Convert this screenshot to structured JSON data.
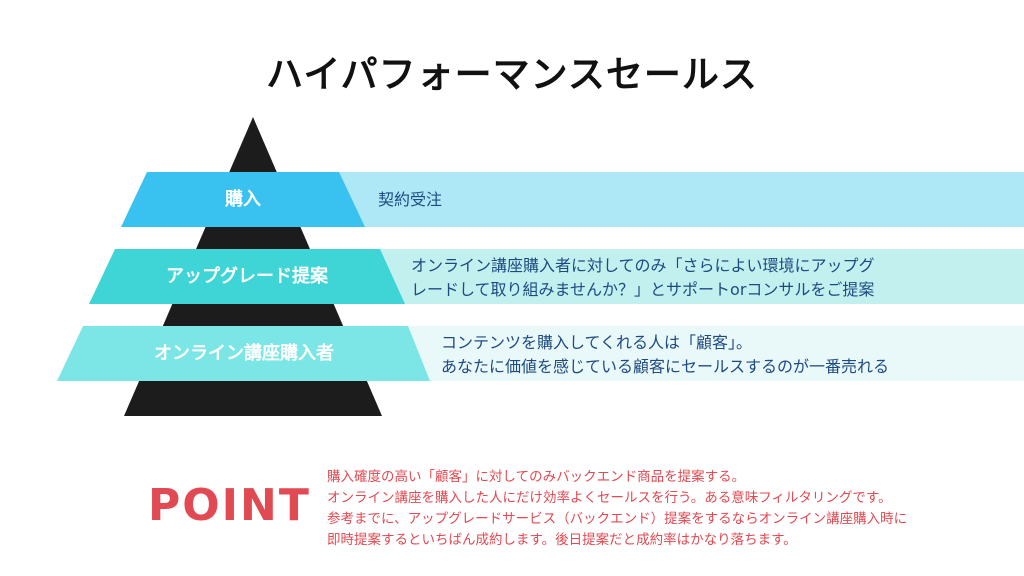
{
  "title": "ハイパフォーマンスセールス",
  "colors": {
    "pyramid": "#1c1c1c",
    "tier_top": "#39c2ef",
    "tier_middle": "#3fd5d6",
    "tier_bottom": "#7ce6e6",
    "band_top": "#aee8f6",
    "band_middle": "#c2f0ee",
    "band_bottom": "#e9f8f8",
    "accent": "#e14a52",
    "desc_text": "#1e4a82"
  },
  "tiers": [
    {
      "label": "購入",
      "description": [
        "契約受注"
      ]
    },
    {
      "label": "アップグレード提案",
      "description": [
        "オンライン講座購入者に対してのみ「さらによい環境にアップグ",
        "レードして取り組みませんか？」とサポートorコンサルをご提案"
      ]
    },
    {
      "label": "オンライン講座購入者",
      "description": [
        "コンテンツを購入してくれる人は「顧客」。",
        "あなたに価値を感じている顧客にセールスするのが一番売れる"
      ]
    }
  ],
  "point": {
    "heading": "POINT",
    "lines": [
      "購入確度の高い「顧客」に対してのみバックエンド商品を提案する。",
      "オンライン講座を購入した人にだけ効率よくセールスを行う。ある意味フィルタリングです。",
      "参考までに、アップグレードサービス（バックエンド）提案をするならオンライン講座購入時に",
      "即時提案するといちばん成約します。後日提案だと成約率はかなり落ちます。"
    ]
  }
}
